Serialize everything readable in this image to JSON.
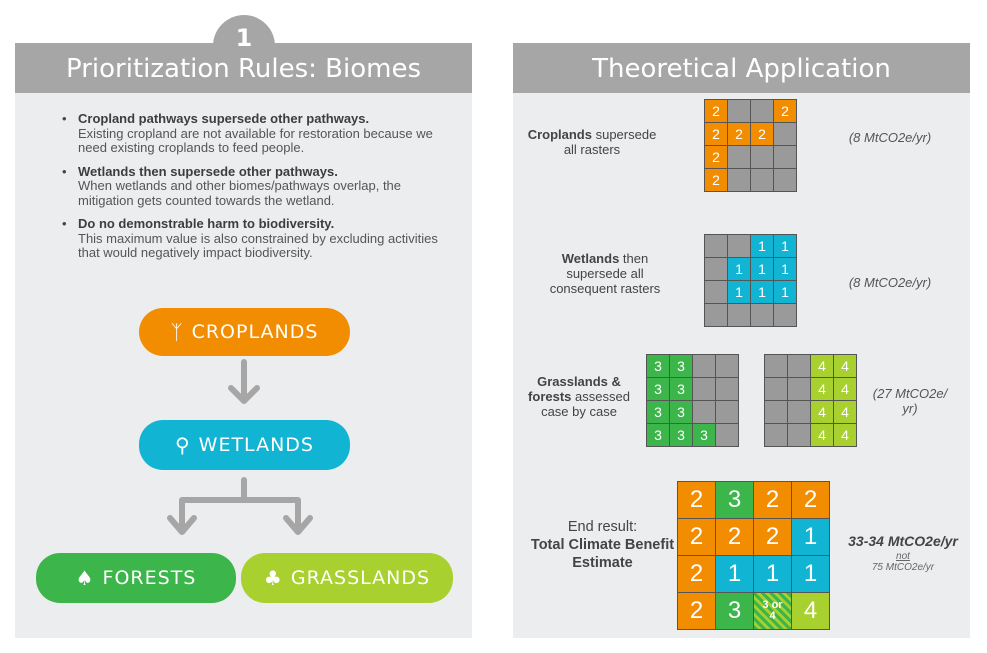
{
  "left": {
    "badge_number": "1",
    "title": "Prioritization Rules: Biomes",
    "rules": [
      {
        "bold": "Cropland pathways supersede other pathways.",
        "text": "Existing cropland are not available for restoration because we need existing croplands to feed people."
      },
      {
        "bold": "Wetlands then supersede other pathways.",
        "text": "When wetlands and other biomes/pathways overlap, the mitigation gets counted towards the wetland."
      },
      {
        "bold": "Do no demonstrable harm to biodiversity.",
        "text": "This maximum value is also constrained by excluding activities that would negatively impact biodiversity."
      }
    ],
    "pills": {
      "croplands": "CROPLANDS",
      "wetlands": "WETLANDS",
      "forests": "FORESTS",
      "grasslands": "GRASSLANDS"
    }
  },
  "right": {
    "title": "Theoretical Application",
    "steps": {
      "croplands_bold": "Croplands",
      "croplands_rest": " supersede all rasters",
      "croplands_value": "(8 MtCO2e/yr)",
      "wetlands_bold": "Wetlands",
      "wetlands_rest": " then supersede all consequent rasters",
      "wetlands_value": "(8 MtCO2e/yr)",
      "gf_bold1": "Grasslands &",
      "gf_bold2": "forests",
      "gf_rest": " assessed case by case",
      "gf_value": "(27 MtCO2e/ yr)",
      "end_line1": "End result:",
      "end_bold": "Total Climate Benefit Estimate",
      "total_value": "33-34 MtCO2e/yr",
      "not_label": "not",
      "alt_value": "75 MtCO2e/yr"
    },
    "grids": {
      "croplands": [
        [
          "2",
          "",
          "",
          " 2"
        ],
        [
          "2",
          "2",
          "2",
          ""
        ],
        [
          "2",
          "",
          "",
          ""
        ],
        [
          "2",
          "",
          "",
          ""
        ]
      ],
      "wetlands": [
        [
          "",
          "",
          "1",
          "1"
        ],
        [
          "",
          "1",
          "1",
          "1"
        ],
        [
          "",
          "1",
          "1",
          "1"
        ],
        [
          "",
          "",
          "",
          ""
        ]
      ],
      "forests": [
        [
          "3",
          "3",
          "",
          ""
        ],
        [
          "3",
          "3",
          "",
          ""
        ],
        [
          "3",
          "3",
          "",
          ""
        ],
        [
          "3",
          "3",
          "3",
          ""
        ]
      ],
      "grasslands": [
        [
          "",
          "",
          "4",
          "4"
        ],
        [
          "",
          "",
          "4",
          "4"
        ],
        [
          "",
          "",
          "4",
          "4"
        ],
        [
          "",
          "",
          "4",
          "4"
        ]
      ],
      "result": [
        [
          "2",
          "3",
          "2",
          "2"
        ],
        [
          "2",
          "2",
          "2",
          "1"
        ],
        [
          "2",
          "1",
          "1",
          "1"
        ],
        [
          "2",
          "3",
          "3 or 4",
          "4"
        ]
      ]
    },
    "colors": {
      "orange": "#f28c00",
      "blue": "#11b4d2",
      "green": "#3cb54a",
      "lime": "#a8d02e",
      "gray": "#9a9a9a"
    }
  }
}
